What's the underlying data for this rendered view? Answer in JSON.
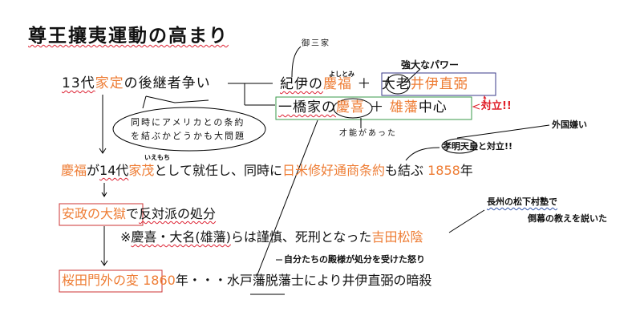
{
  "title": "尊王攘夷運動の高まり",
  "row1": {
    "gen": "13代",
    "name": "家定",
    "rest": "の後継者争い"
  },
  "speech": {
    "line1": "同時にアメリカとの条約",
    "line2": "を結ぶかどうかも大問題"
  },
  "gosanke": "御三家",
  "power_note": "強大なパワー",
  "yoshitomi_ruby": "よしとみ",
  "kii": {
    "prefix": "紀伊の",
    "name": "慶福",
    "plus": "＋",
    "title": "大老",
    "ally": "井伊直弼"
  },
  "hitotsubashi": {
    "prefix": "一橋家の",
    "name": "慶喜",
    "plus": "＋",
    "ally": "雄藩",
    "suffix": "中心"
  },
  "conflict": "対立!!",
  "talent_note": "才能があった",
  "gaikoku_note": "外国嫌い",
  "emperor_note": {
    "name": "孝明天皇",
    "rest": "と対立!!"
  },
  "row3": {
    "a": "慶福",
    "b": "が",
    "c": "14代",
    "d": "家茂",
    "e": "として就任し、同時に",
    "f": "日米修好通商条約",
    "g": "も結ぶ",
    "h": "1858",
    "i": "年"
  },
  "iemochi_ruby": "いえもち",
  "row4": {
    "event": "安政の大獄",
    "rest_a": "で",
    "rest_b": "反対派の処分"
  },
  "shoka_note": {
    "line1": "長州の松下村塾で",
    "line2": "倒幕の教えを説いた"
  },
  "row5": {
    "a": "※",
    "b": "慶喜・大名(雄藩)",
    "c": "らは謹慎、死刑となった",
    "d": "吉田松陰"
  },
  "anger_note": "自分たちの殿様が処分を受けた怒り",
  "row6": {
    "event": "桜田門外の変",
    "year": "1860",
    "b": "年・・・",
    "c": "水戸",
    "d": "藩脱藩士により井伊直弼の暗殺"
  },
  "colors": {
    "accent": "#ee7d35",
    "red": "#e0202a",
    "green_box": "#3a9a4a",
    "blue_box": "#3a3a8a"
  }
}
